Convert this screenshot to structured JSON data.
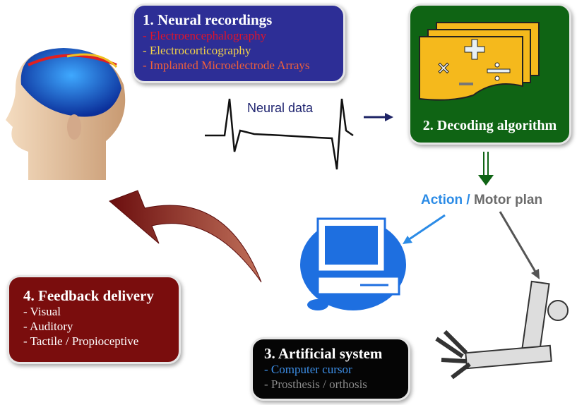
{
  "box1": {
    "title": "1. Neural recordings",
    "items": [
      "- Electroencephalography",
      "- Electrocorticography",
      "- Implanted Microelectrode Arrays"
    ],
    "item_colors": [
      "#e0142b",
      "#f2d24a",
      "#f0603a"
    ]
  },
  "neural_data_label": "Neural data",
  "box2": {
    "title": "2. Decoding algorithm"
  },
  "action": {
    "part1": "Action",
    "separator": " / ",
    "part2": "Motor plan",
    "color1": "#2b8be6",
    "color2": "#6b6b6b"
  },
  "box3": {
    "title": "3. Artificial system",
    "items": [
      "- Computer cursor",
      "- Prosthesis / orthosis"
    ],
    "item_colors": [
      "#3d8fe8",
      "#8a8a8a"
    ]
  },
  "box4": {
    "title": "4. Feedback delivery",
    "items": [
      "- Visual",
      "- Auditory",
      "- Tactile / Propioceptive"
    ]
  }
}
